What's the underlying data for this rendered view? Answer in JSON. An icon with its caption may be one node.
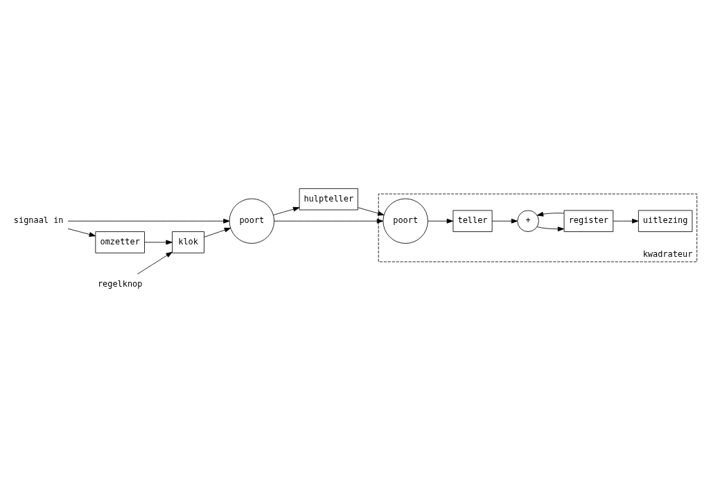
{
  "diagram": {
    "nodes": [
      {
        "text": [
          "hulpteller"
        ]
      },
      {
        "text": [
          "poort"
        ]
      },
      {
        "text": [
          "kwadrateur"
        ]
      },
      {
        "text": [
          "poort"
        ],
        "in": 2
      },
      {
        "text": [
          "teller"
        ],
        "in": 2
      },
      {
        "text": [
          "omzetter"
        ]
      },
      {
        "text": [
          "klok"
        ]
      },
      {
        "text": [
          "+"
        ],
        "in": 2
      },
      {
        "text": [
          "regelknop"
        ]
      },
      {
        "text": [
          "register"
        ],
        "in": 2
      },
      {
        "text": [
          "uitlezing"
        ],
        "in": 2
      },
      {
        "text": [
          "signaal in"
        ]
      }
    ],
    "edges": [
      {
        "from": 11,
        "to": 1,
        "arrow": "to"
      },
      {
        "from": 11,
        "to": 5,
        "arrow": "to"
      },
      {
        "from": 5,
        "to": 6,
        "arrow": "to"
      },
      {
        "from": 8,
        "to": 6,
        "arrow": "to"
      },
      {
        "from": 6,
        "to": 1,
        "arrow": "to"
      },
      {
        "from": 1,
        "to": 0,
        "arrow": "to"
      },
      {
        "from": 1,
        "to": 3,
        "arrow": "to"
      },
      {
        "from": 0,
        "to": 3,
        "arrow": "to"
      },
      {
        "from": 3,
        "to": 4,
        "arrow": "to"
      },
      {
        "from": 4,
        "to": 7,
        "arrow": "to"
      },
      {
        "from": 9,
        "to": 7,
        "arrow": "to"
      },
      {
        "from": 7,
        "to": 9,
        "arrow": "to"
      },
      {
        "from": 9,
        "to": 10,
        "arrow": "to"
      }
    ]
  }
}
